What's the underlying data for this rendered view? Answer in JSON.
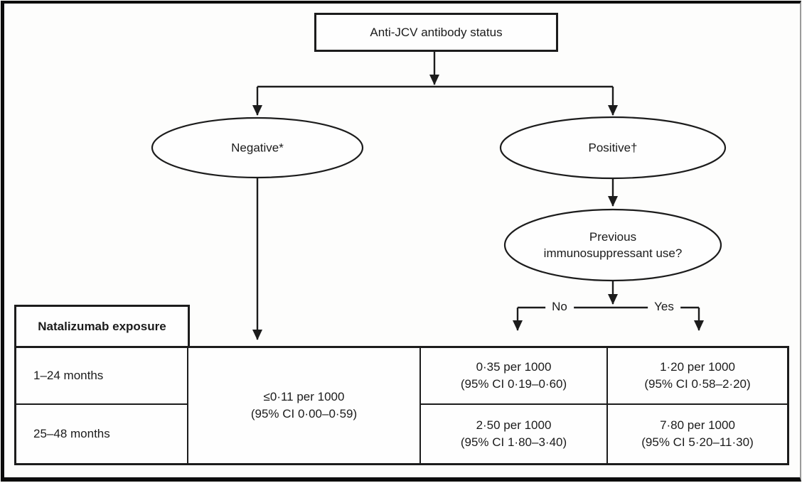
{
  "flowchart": {
    "root_label": "Anti-JCV antibody status",
    "negative_label": "Negative*",
    "positive_label": "Positive†",
    "question_line1": "Previous",
    "question_line2": "immunosuppressant use?",
    "no_label": "No",
    "yes_label": "Yes"
  },
  "table": {
    "header": "Natalizumab exposure",
    "row_labels": [
      "1–24 months",
      "25–48 months"
    ],
    "negative_cell": {
      "rate": "≤0·11 per 1000",
      "ci": "(95% CI 0·00–0·59)"
    },
    "no_cells": [
      {
        "rate": "0·35 per 1000",
        "ci": "(95% CI 0·19–0·60)"
      },
      {
        "rate": "2·50 per 1000",
        "ci": "(95% CI 1·80–3·40)"
      }
    ],
    "yes_cells": [
      {
        "rate": "1·20 per 1000",
        "ci": "(95% CI 0·58–2·20)"
      },
      {
        "rate": "7·80 per 1000",
        "ci": "(95% CI 5·20–11·30)"
      }
    ]
  },
  "colors": {
    "line": "#1c1c1c",
    "background": "#ffffff"
  }
}
